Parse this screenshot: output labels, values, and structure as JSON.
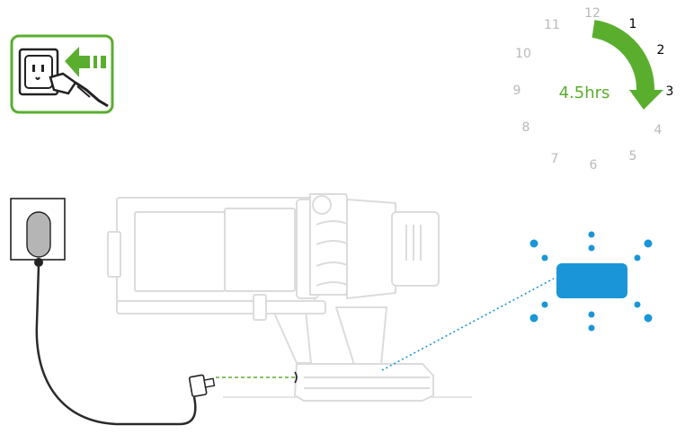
{
  "colors": {
    "green": "#5aae2e",
    "blue": "#1a96d8",
    "outline_grey": "#dcdcdc",
    "cable": "#2a2a2a"
  },
  "icons": {
    "plug_in_badge": "plug-into-socket-icon",
    "wall_charger": "wall-charger-icon",
    "light_indicator": "glowing-battery-light-icon"
  },
  "clock": {
    "numbers": [
      "12",
      "1",
      "2",
      "3",
      "4",
      "5",
      "6",
      "7",
      "8",
      "9",
      "10",
      "11"
    ],
    "highlighted": [
      "1",
      "2",
      "3"
    ],
    "duration_label": "4.5hrs"
  }
}
